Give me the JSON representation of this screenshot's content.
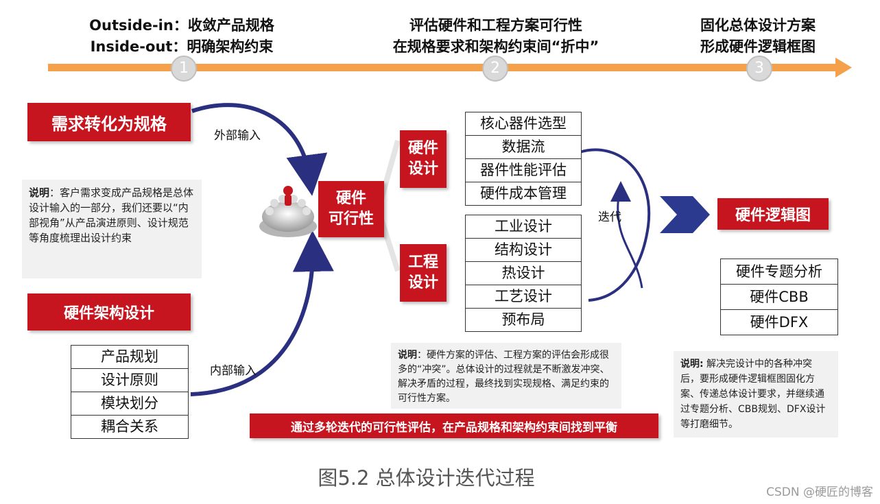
{
  "phases": [
    {
      "line1": "Outside-in：收敛产品规格",
      "line2": "Inside-out：明确架构约束",
      "num": "1"
    },
    {
      "line1": "评估硬件和工程方案可行性",
      "line2": "在规格要求和架构约束间“折中”",
      "num": "2"
    },
    {
      "line1": "固化总体设计方案",
      "line2": "形成硬件逻辑框图",
      "num": "3"
    }
  ],
  "boxes": {
    "req_to_spec": "需求转化为规格",
    "hw_arch": "硬件架构设计",
    "feasibility_l1": "硬件",
    "feasibility_l2": "可行性",
    "hw_design_l1": "硬件",
    "hw_design_l2": "设计",
    "eng_design_l1": "工程",
    "eng_design_l2": "设计",
    "hw_logic": "硬件逻辑图"
  },
  "labels": {
    "external_input": "外部输入",
    "internal_input": "内部输入",
    "iteration": "迭代"
  },
  "arch_items": [
    "产品规划",
    "设计原则",
    "模块划分",
    "耦合关系"
  ],
  "hw_items": [
    "核心器件选型",
    "数据流",
    "器件性能评估",
    "硬件成本管理"
  ],
  "eng_items": [
    "工业设计",
    "结构设计",
    "热设计",
    "工艺设计",
    "预布局"
  ],
  "logic_items": [
    "硬件专题分析",
    "硬件CBB",
    "硬件DFX"
  ],
  "notes": {
    "label": "说明",
    "left_body": "：客户需求变成产品规格是总体设计输入的一部分，我们还要以“内部视角”从产品演进原则、设计规范等角度梳理出设计约束",
    "middle_body": "：硬件方案的评估、工程方案的评估会形成很多的“冲突”。总体设计的过程就是不断激发冲突、解决矛盾的过程，最终找到实现规格、满足约束的可行性方案。",
    "right_label": "说明:",
    "right_body": " 解决完设计中的各种冲突后，要形成硬件逻辑框图固化方案、传递总体设计要求，并继续通过专题分析、CBB规划、DFX设计等打磨细节。"
  },
  "banner": "通过多轮迭代的可行性评估，在产品规格和架构约束间找到平衡",
  "caption": "图5.2 总体设计迭代过程",
  "watermark": "CSDN @硬匠的博客",
  "colors": {
    "accent_red": "#c7151f",
    "timeline_orange": "#f5a04a",
    "arrow_navy": "#2b2f7f"
  }
}
